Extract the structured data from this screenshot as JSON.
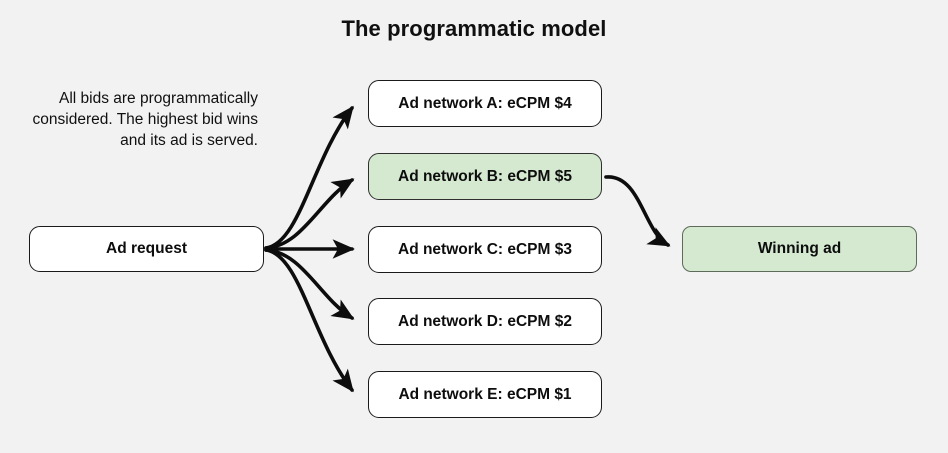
{
  "diagram": {
    "title": "The programmatic model",
    "background_color": "#f2f2f2",
    "caption": "All bids are programmatically considered. The highest bid wins and its ad is served.",
    "source_node": {
      "label": "Ad request",
      "fill": "#ffffff",
      "border": "#1a1a1a"
    },
    "networks": [
      {
        "id": "a",
        "label": "Ad network A: eCPM $4",
        "network": "A",
        "ecpm": 4,
        "highlighted": false,
        "fill": "#ffffff"
      },
      {
        "id": "b",
        "label": "Ad network B: eCPM $5",
        "network": "B",
        "ecpm": 5,
        "highlighted": true,
        "fill": "#d4e9d0"
      },
      {
        "id": "c",
        "label": "Ad network C: eCPM $3",
        "network": "C",
        "ecpm": 3,
        "highlighted": false,
        "fill": "#ffffff"
      },
      {
        "id": "d",
        "label": "Ad network D: eCPM $2",
        "network": "D",
        "ecpm": 2,
        "highlighted": false,
        "fill": "#ffffff"
      },
      {
        "id": "e",
        "label": "Ad network E: eCPM $1",
        "network": "E",
        "ecpm": 1,
        "highlighted": false,
        "fill": "#ffffff"
      }
    ],
    "result_node": {
      "label": "Winning ad",
      "fill": "#d4e9d0",
      "border": "#5e6b5a"
    },
    "arrows": {
      "color": "#0d0d0d",
      "from_source_count": 5,
      "winner_arrow_from": "Ad network B: eCPM $5",
      "winner_arrow_to": "Winning ad"
    }
  }
}
